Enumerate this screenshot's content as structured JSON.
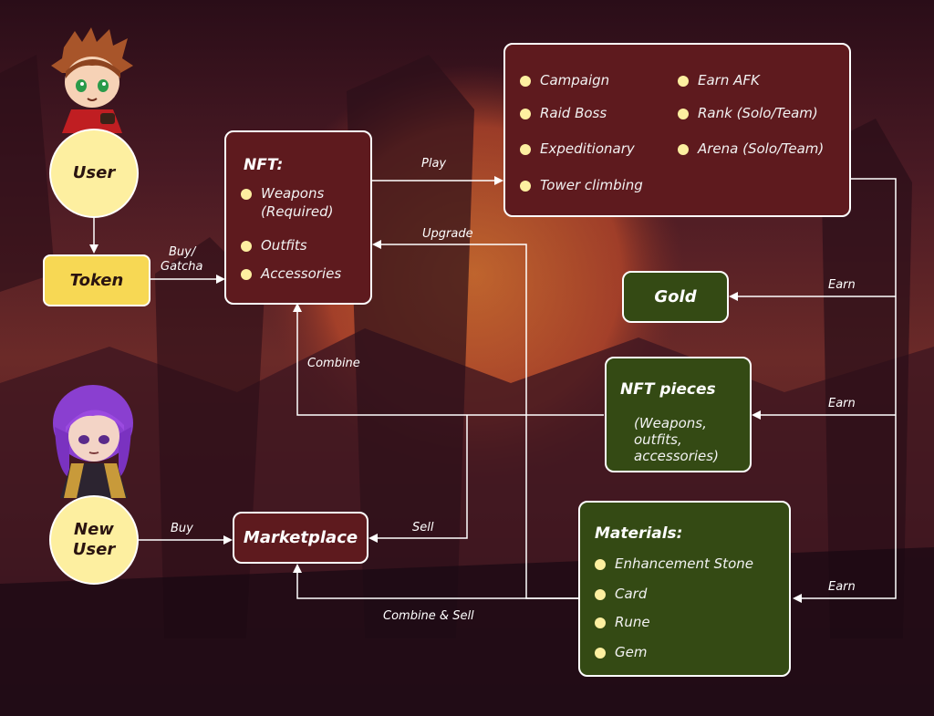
{
  "user": {
    "label": "User"
  },
  "new_user": {
    "label_line1": "New",
    "label_line2": "User"
  },
  "token": {
    "label": "Token"
  },
  "nft": {
    "title": "NFT:",
    "items": [
      "Weapons",
      "(Required)",
      "Outfits",
      "Accessories"
    ]
  },
  "marketplace": {
    "label": "Marketplace"
  },
  "activities": {
    "left": [
      "Campaign",
      "Raid Boss",
      "Expeditionary",
      "Tower climbing"
    ],
    "right": [
      "Earn AFK",
      "Rank (Solo/Team)",
      "Arena (Solo/Team)"
    ]
  },
  "gold": {
    "label": "Gold"
  },
  "nft_pieces": {
    "title": "NFT pieces",
    "lines": [
      "(Weapons,",
      "outfits,",
      "accessories)"
    ]
  },
  "materials": {
    "title": "Materials:",
    "items": [
      "Enhancement Stone",
      "Card",
      "Rune",
      "Gem"
    ]
  },
  "edges": {
    "buy_gatcha_1": "Buy/",
    "buy_gatcha_2": "Gatcha",
    "play": "Play",
    "upgrade": "Upgrade",
    "earn_gold": "Earn",
    "combine": "Combine",
    "earn_pieces": "Earn",
    "buy": "Buy",
    "sell": "Sell",
    "earn_materials": "Earn",
    "combine_sell": "Combine & Sell"
  },
  "colors": {
    "maroon": "#5e1a1e",
    "green": "#344a14",
    "token_yellow": "#f7d854",
    "circle_fill": "#fdefa0",
    "line": "#ffffff"
  }
}
